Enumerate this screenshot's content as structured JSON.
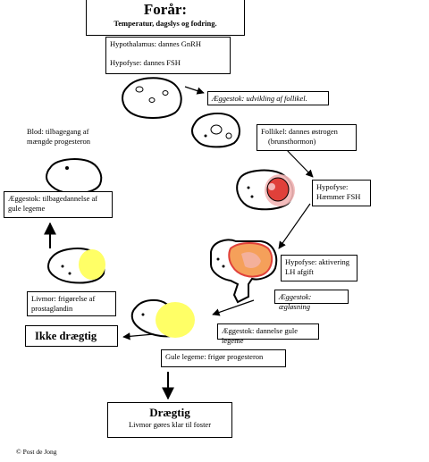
{
  "title": "Forår:",
  "subtitle": "Temperatur,  dagslys og fodring.",
  "steps": {
    "hypothalamus": "Hypothalamus:  dannes GnRH",
    "hypofyse_fsh": "Hypofyse:  dannes FSH",
    "aeggestok_follikel": "Æggestok: udvikling af follikel.",
    "follikel_line1": "Follikel:  dannes østrogen",
    "follikel_line2": "(brunsthormon)",
    "hypofyse_haemmer_1": "Hypofyse:",
    "hypofyse_haemmer_2": "Hæmmer  FSH",
    "hypofyse_lh_1": "Hypofyse:  aktivering",
    "hypofyse_lh_2": "LH afgift",
    "aegløsning": "Æggestok: ægløsning",
    "gule_legeme_dannelse": "Æggestok:  dannelse  gule  legeme",
    "gule_legeme_progesteron": "Gule legeme:  frigør progesteron",
    "livmor_1": "Livmor:  frigørelse  af",
    "livmor_2": "prostaglandin",
    "ikke_draegtig": "Ikke drægtig",
    "tilbagedannelse_1": "Æggestok:  tilbagedannelse af",
    "tilbagedannelse_2": "gule  legeme",
    "blod_1": "Blod:  tilbagegang  af",
    "blod_2": "mængde progesteron",
    "draegtig_title": "Drægtig",
    "draegtig_sub": "Livmor  gøres klar til foster"
  },
  "credit": "© Post de Jong",
  "colors": {
    "yellow": "#ffff66",
    "red": "#e0403a",
    "orange": "#f5a05a",
    "pink": "#f3b6b6"
  }
}
